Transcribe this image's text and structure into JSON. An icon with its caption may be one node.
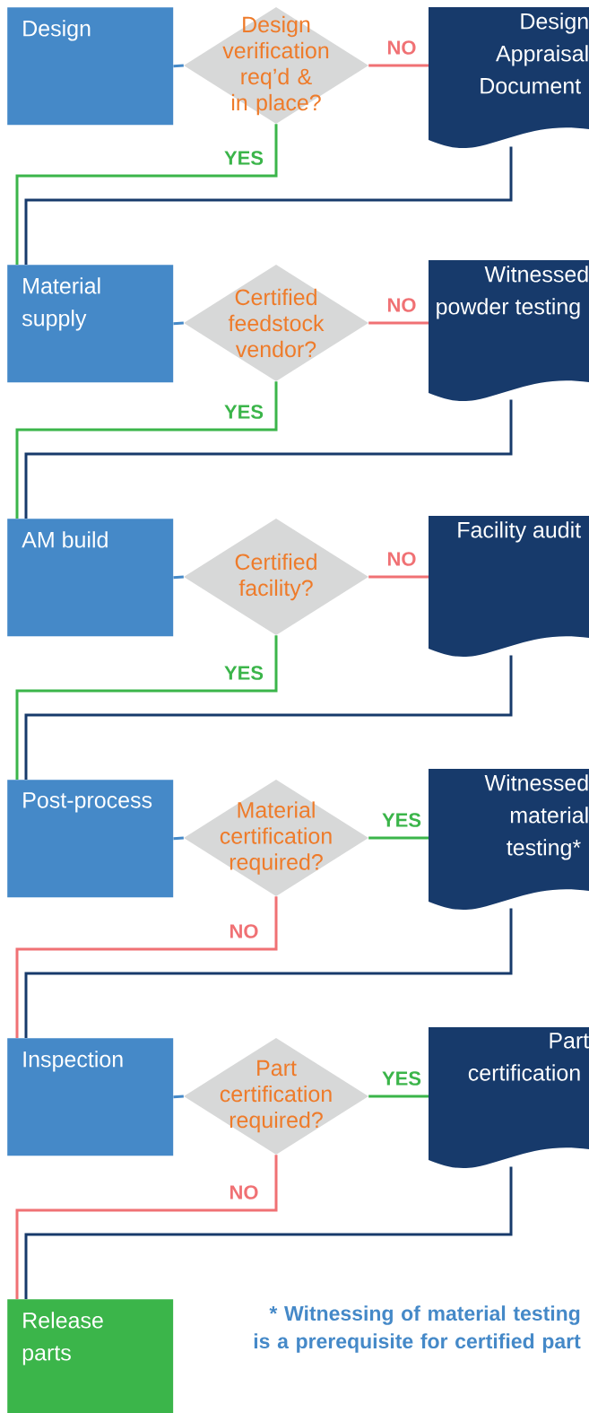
{
  "diagram": {
    "nodes": [
      {
        "text": [
          "Design"
        ]
      },
      {
        "text": [
          "Design verification req’d & in place?"
        ]
      },
      {
        "text": [
          "Design Appraisal Document"
        ]
      },
      {
        "text": [
          "Material supply"
        ]
      },
      {
        "text": [
          "Certified feedstock vendor?"
        ]
      },
      {
        "text": [
          "Witnessed powder testing"
        ]
      },
      {
        "text": [
          "AM build"
        ]
      },
      {
        "text": [
          "Certified facility?"
        ]
      },
      {
        "text": [
          "Facility audit"
        ]
      },
      {
        "text": [
          "Post-process"
        ]
      },
      {
        "text": [
          "Material certification required?"
        ]
      },
      {
        "text": [
          "Witnessed material testing*"
        ]
      },
      {
        "text": [
          "Inspection"
        ]
      },
      {
        "text": [
          "Part certification required?"
        ]
      },
      {
        "text": [
          "Part certification"
        ]
      },
      {
        "text": [
          "Release parts"
        ]
      }
    ],
    "edges": [
      {
        "from": 0,
        "to": 1,
        "arrow": "none",
        "color": "#4589c8"
      },
      {
        "from": 1,
        "to": 2,
        "arrow": "none",
        "label": "NO",
        "color": "#f07174"
      },
      {
        "from": 1,
        "to": 3,
        "arrow": "none",
        "label": "YES",
        "color": "#3bb54a"
      },
      {
        "from": 2,
        "to": 3,
        "arrow": "none",
        "color": "#173a6b"
      },
      {
        "from": 3,
        "to": 4,
        "arrow": "none",
        "color": "#4589c8"
      },
      {
        "from": 4,
        "to": 5,
        "arrow": "none",
        "label": "NO",
        "color": "#f07174"
      },
      {
        "from": 4,
        "to": 6,
        "arrow": "none",
        "label": "YES",
        "color": "#3bb54a"
      },
      {
        "from": 5,
        "to": 6,
        "arrow": "none",
        "color": "#173a6b"
      },
      {
        "from": 6,
        "to": 7,
        "arrow": "none",
        "color": "#4589c8"
      },
      {
        "from": 7,
        "to": 8,
        "arrow": "none",
        "label": "NO",
        "color": "#f07174"
      },
      {
        "from": 7,
        "to": 9,
        "arrow": "none",
        "label": "YES",
        "color": "#3bb54a"
      },
      {
        "from": 8,
        "to": 9,
        "arrow": "none",
        "color": "#173a6b"
      },
      {
        "from": 9,
        "to": 10,
        "arrow": "none",
        "color": "#4589c8"
      },
      {
        "from": 10,
        "to": 11,
        "arrow": "none",
        "label": "YES",
        "color": "#3bb54a"
      },
      {
        "from": 10,
        "to": 12,
        "arrow": "none",
        "label": "NO",
        "color": "#f07174"
      },
      {
        "from": 11,
        "to": 12,
        "arrow": "none",
        "color": "#173a6b"
      },
      {
        "from": 12,
        "to": 13,
        "arrow": "none",
        "color": "#4589c8"
      },
      {
        "from": 13,
        "to": 14,
        "arrow": "none",
        "label": "YES",
        "color": "#3bb54a"
      },
      {
        "from": 13,
        "to": 15,
        "arrow": "none",
        "label": "NO",
        "color": "#f07174"
      },
      {
        "from": 14,
        "to": 15,
        "arrow": "none",
        "color": "#173a6b"
      }
    ],
    "labels": [
      "* Witnessing of material testing is a prerequisite for certified part"
    ]
  }
}
